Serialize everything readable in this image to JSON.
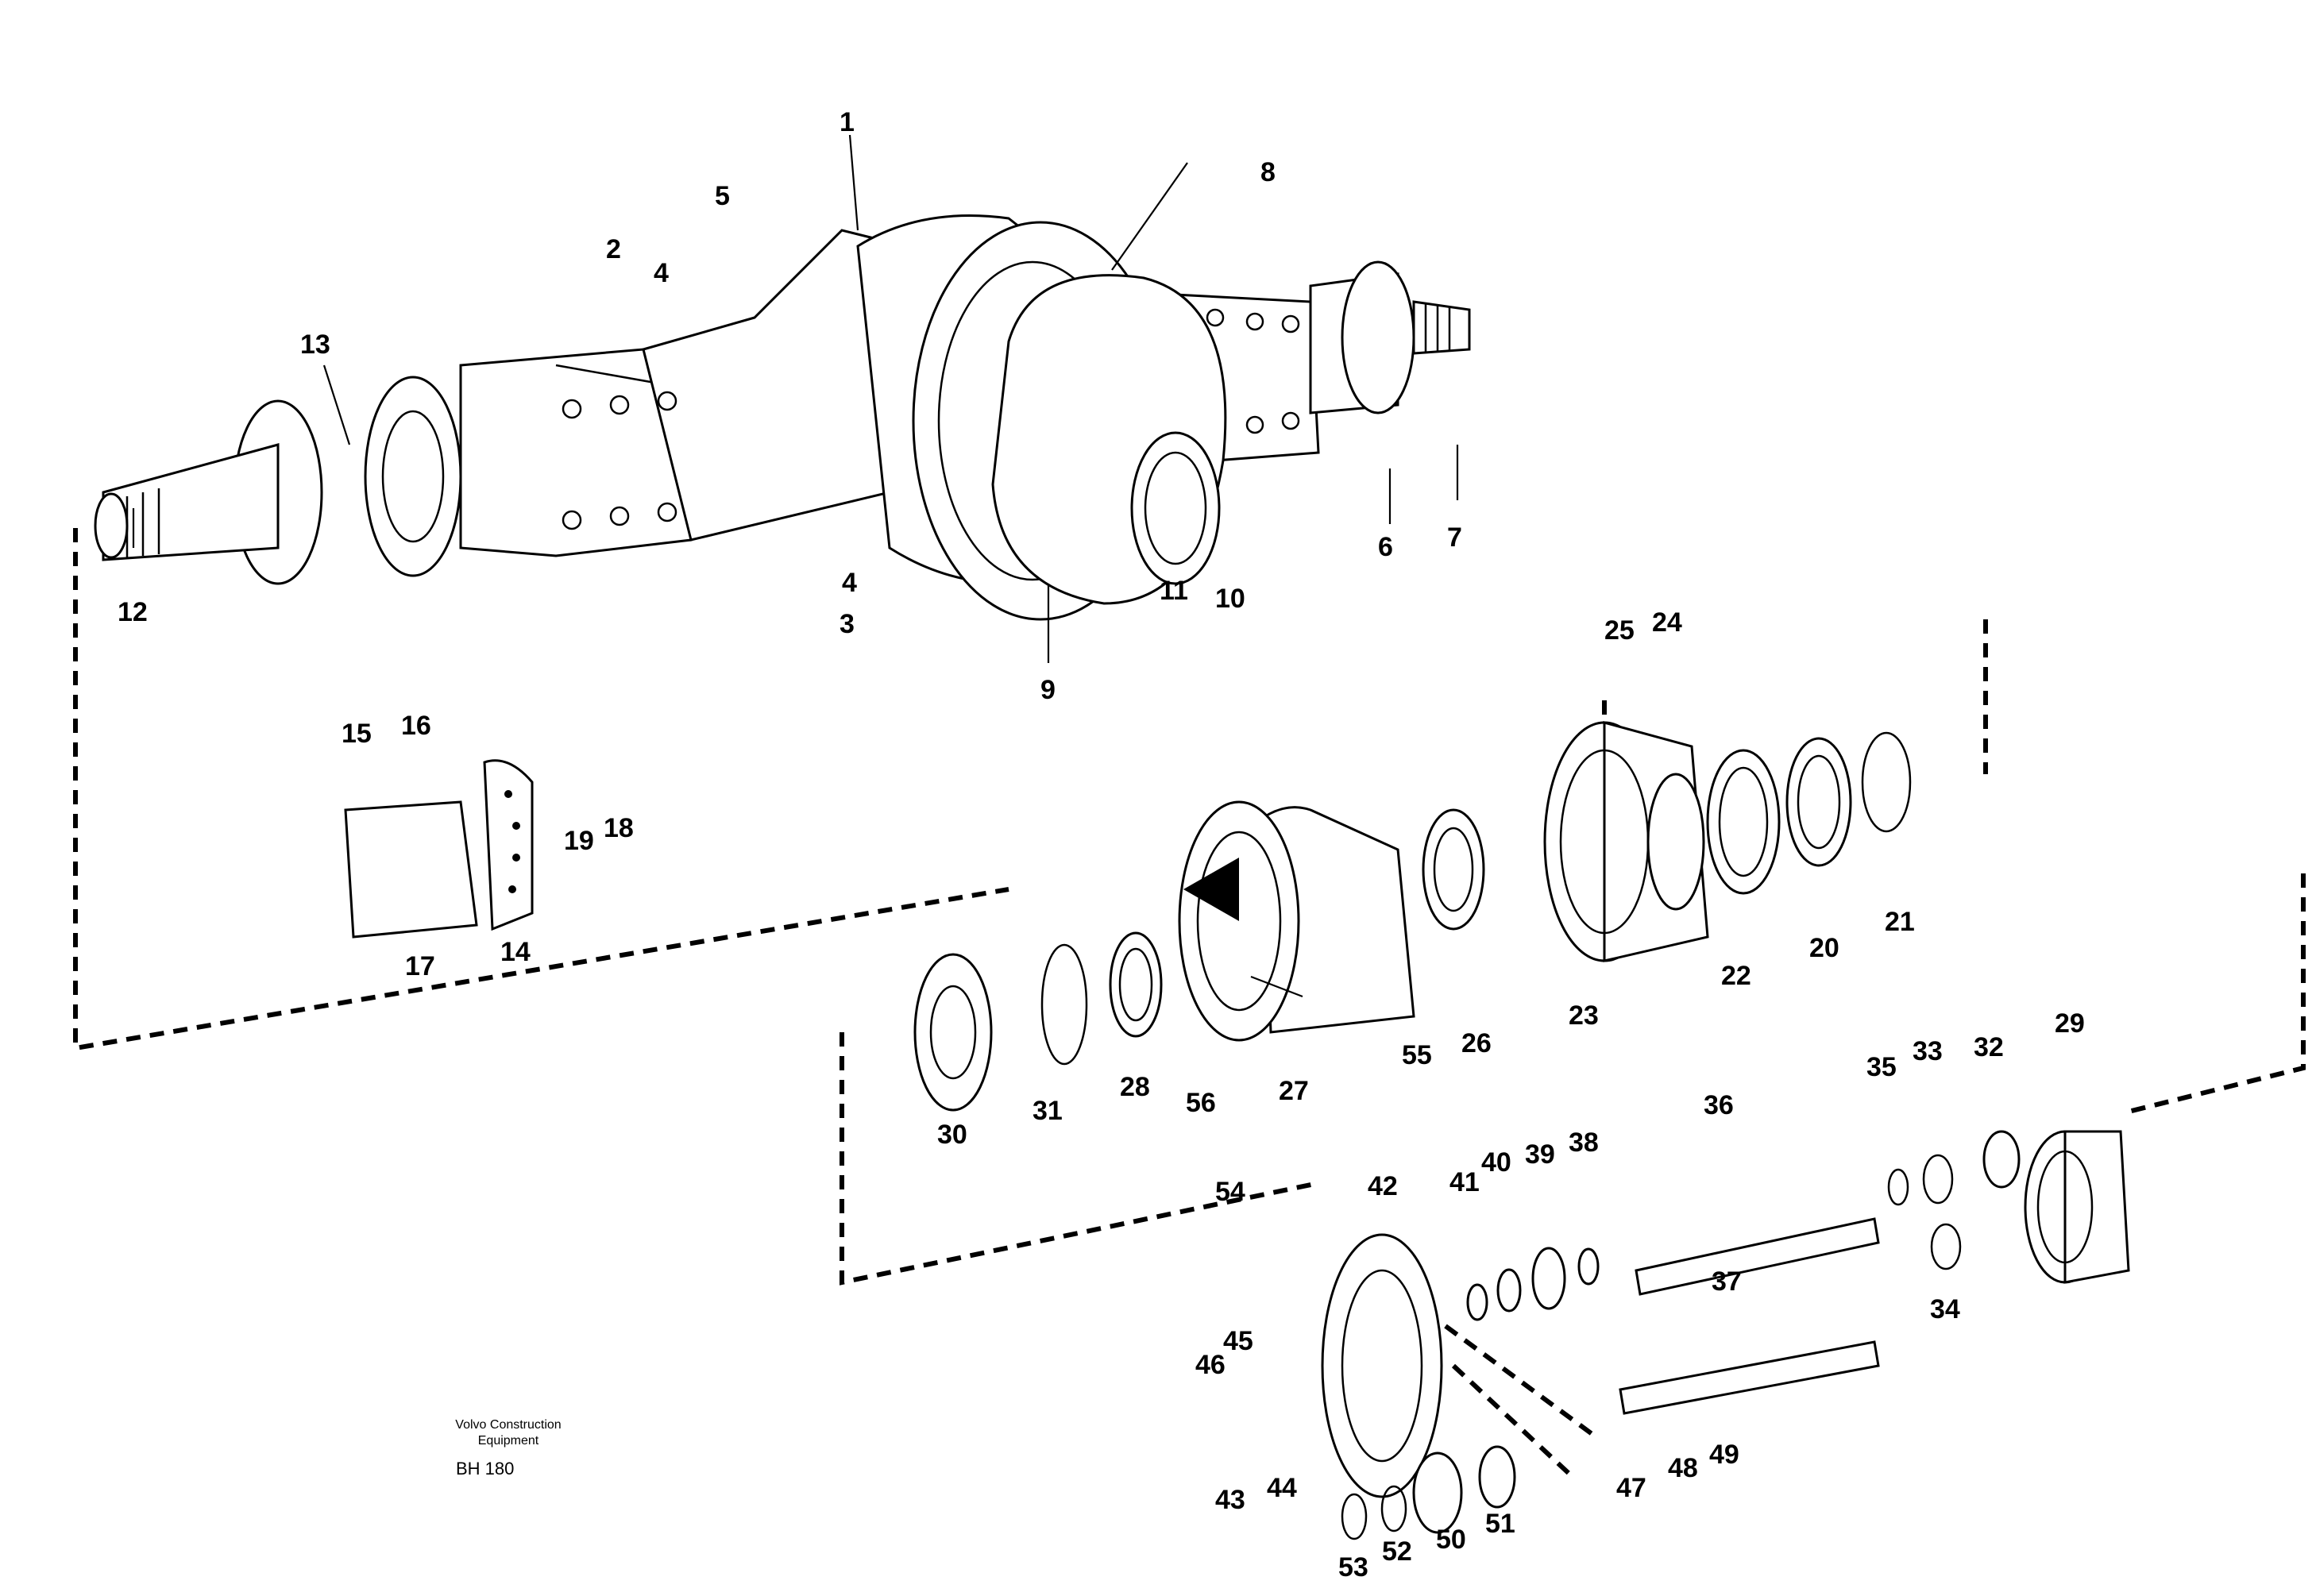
{
  "imprint": {
    "line1": "Volvo Construction",
    "line2": "Equipment",
    "code": "BH 180"
  },
  "callouts": [
    "1",
    "2",
    "3",
    "4",
    "4",
    "5",
    "6",
    "7",
    "8",
    "9",
    "10",
    "11",
    "12",
    "13",
    "14",
    "15",
    "16",
    "17",
    "18",
    "19",
    "20",
    "21",
    "22",
    "23",
    "24",
    "25",
    "26",
    "27",
    "28",
    "29",
    "30",
    "31",
    "32",
    "33",
    "34",
    "35",
    "36",
    "37",
    "38",
    "39",
    "40",
    "41",
    "42",
    "43",
    "44",
    "45",
    "46",
    "47",
    "48",
    "49",
    "50",
    "51",
    "52",
    "53",
    "54",
    "55",
    "56"
  ]
}
